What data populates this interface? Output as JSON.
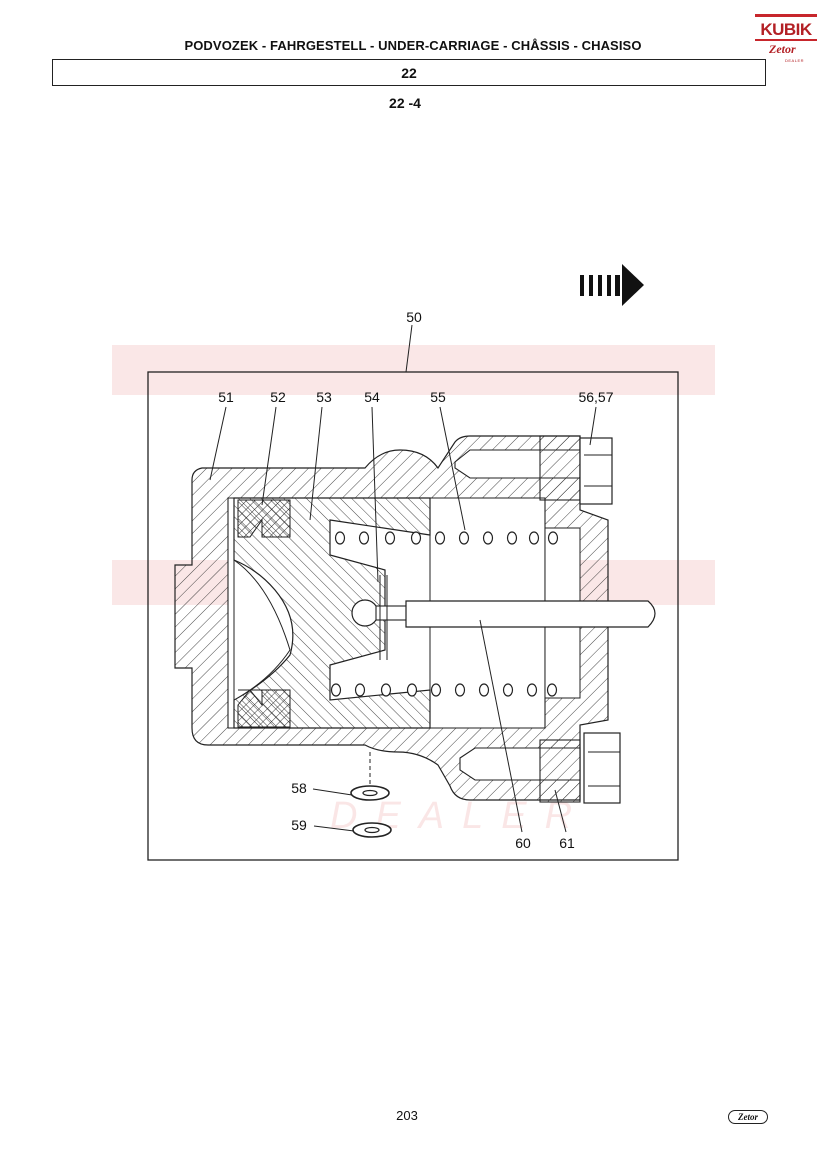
{
  "header": {
    "title": "PODVOZEK - FAHRGESTELL - UNDER-CARRIAGE - CHÅSSIS - CHASISO",
    "section": "22",
    "subsection": "22 -4"
  },
  "logo": {
    "main": "KUBIK",
    "sub": "Zetor",
    "dealer": "DEALER"
  },
  "diagram": {
    "callouts": {
      "c50": "50",
      "c51": "51",
      "c52": "52",
      "c53": "53",
      "c54": "54",
      "c55": "55",
      "c5657": "56,57",
      "c58": "58",
      "c59": "59",
      "c60": "60",
      "c61": "61"
    },
    "watermark": "DEALER"
  },
  "footer": {
    "page_number": "203",
    "logo": "Zetor"
  }
}
